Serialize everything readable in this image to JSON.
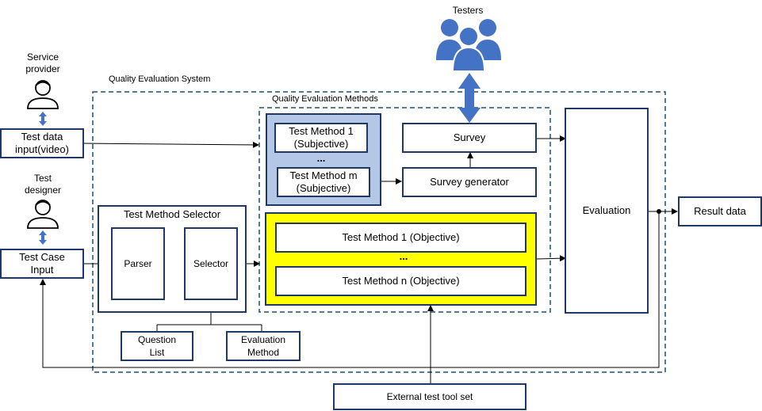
{
  "labels": {
    "testers": "Testers",
    "service_provider": [
      "Service",
      "provider"
    ],
    "test_designer": [
      "Test",
      "designer"
    ],
    "system_title": "Quality Evaluation System",
    "methods_title": "Quality Evaluation Methods",
    "test_data_input": [
      "Test data",
      "input(video)"
    ],
    "test_case_input": [
      "Test Case",
      "Input"
    ],
    "selector_group_title": "Test Method Selector",
    "parser": "Parser",
    "selector": "Selector",
    "question_list": [
      "Question",
      "List"
    ],
    "evaluation_method": [
      "Evaluation",
      "Method"
    ],
    "subj_method_1": [
      "Test Method 1",
      "(Subjective)"
    ],
    "subj_method_m": [
      "Test Method m",
      "(Subjective)"
    ],
    "ellipsis": "...",
    "survey": "Survey",
    "survey_generator": "Survey generator",
    "obj_method_1": "Test Method 1 (Objective)",
    "obj_method_n": "Test Method n (Objective)",
    "evaluation": "Evaluation",
    "result_data": "Result data",
    "external_tools": "External test tool set"
  },
  "colors": {
    "border": "#1f3864",
    "dashed_border": "#1f4e79",
    "subjective_fill": "#b4c7e7",
    "objective_fill": "#ffff00",
    "people_fill": "#4472c4",
    "arrow": "#000000"
  },
  "icons": [
    "person-outline-icon",
    "testers-group-icon",
    "double-arrow-icon"
  ]
}
